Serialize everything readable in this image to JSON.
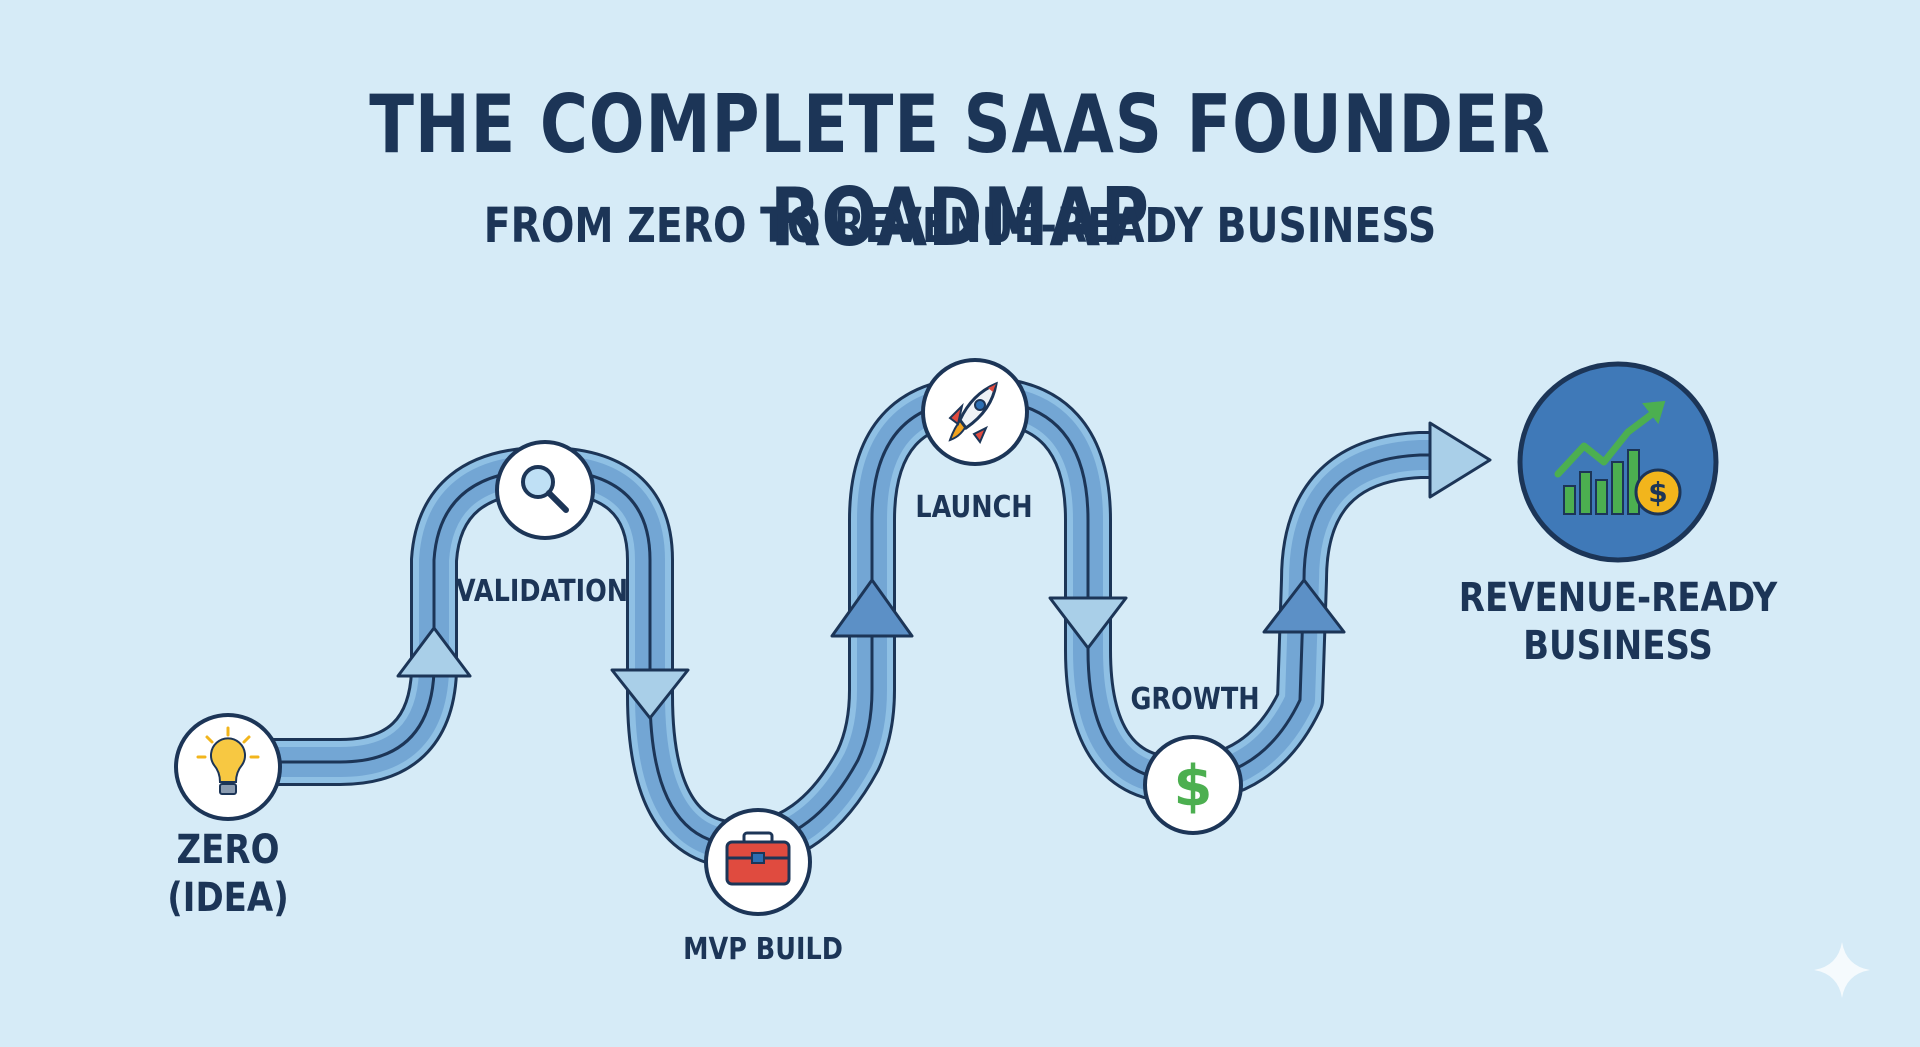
{
  "title": "THE COMPLETE SAAS FOUNDER ROADMAP",
  "subtitle": "FROM ZERO TO REVENUE-READY BUSINESS",
  "stages": [
    {
      "label": "ZERO\n(IDEA)",
      "icon": "lightbulb-icon"
    },
    {
      "label": "VALIDATION",
      "icon": "magnifier-icon"
    },
    {
      "label": "MVP BUILD",
      "icon": "toolbox-icon"
    },
    {
      "label": "LAUNCH",
      "icon": "rocket-icon"
    },
    {
      "label": "GROWTH",
      "icon": "dollar-icon"
    },
    {
      "label": "REVENUE-READY\nBUSINESS",
      "icon": "growth-chart-icon"
    }
  ],
  "colors": {
    "background": "#d6ebf7",
    "text": "#1c3557",
    "path_light": "#a9cfe8",
    "path_dark": "#5c90c6",
    "outline": "#1c3557",
    "goal_circle": "#3f79b8",
    "chart_green": "#4caf50",
    "coin_gold": "#f2b51c"
  }
}
